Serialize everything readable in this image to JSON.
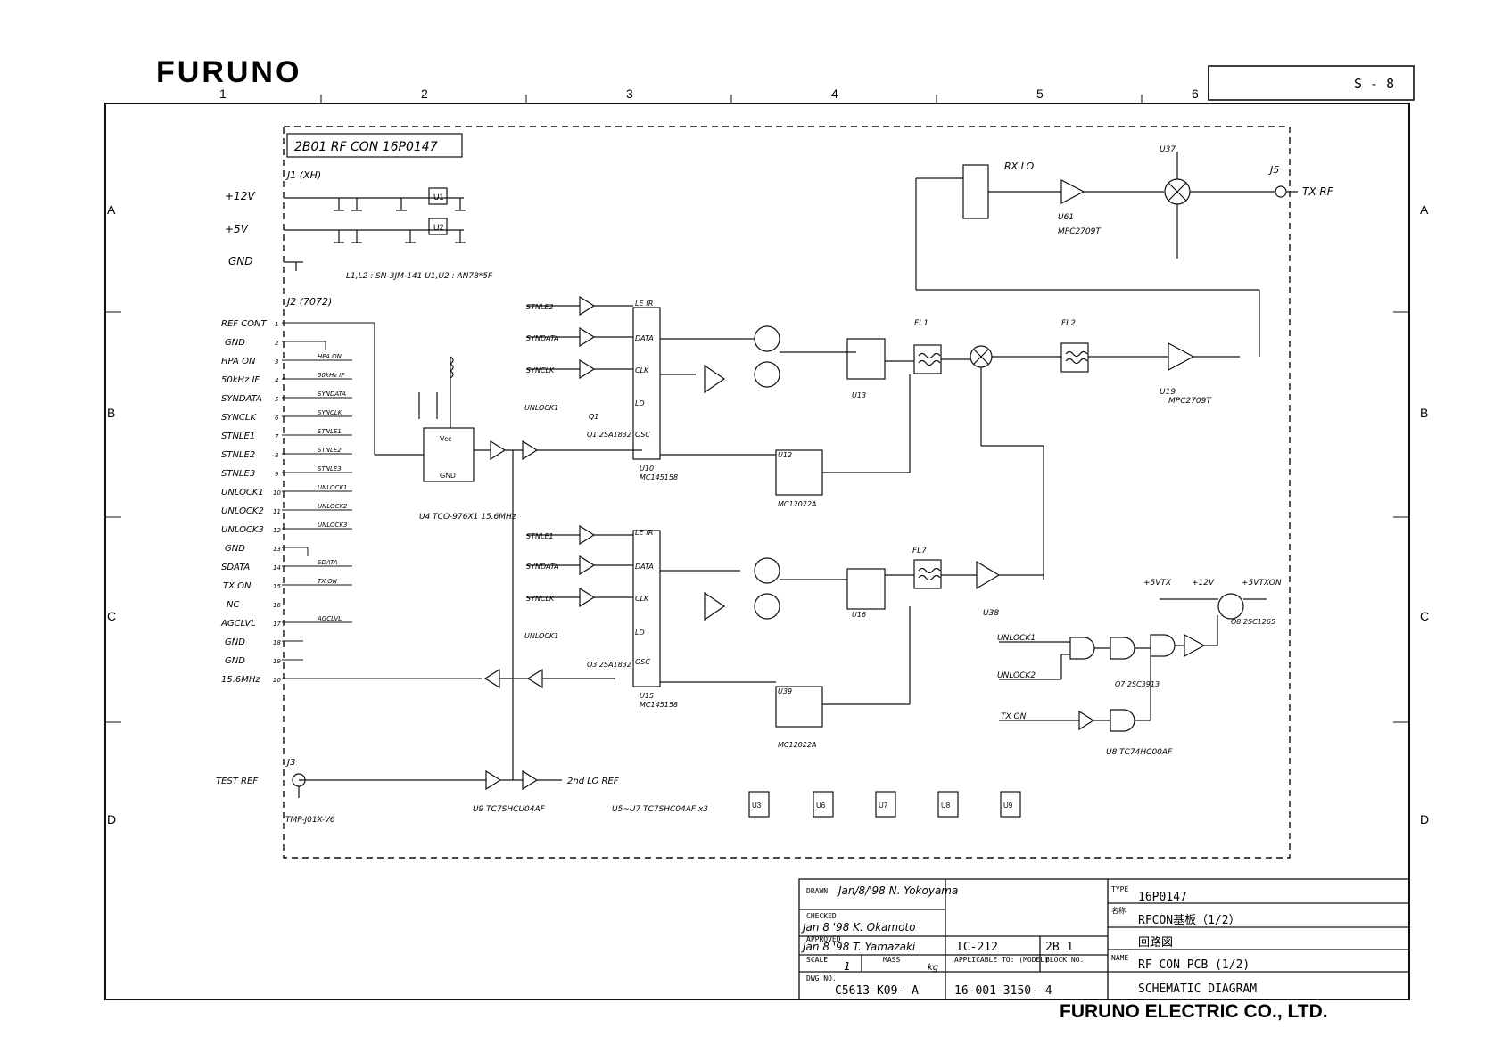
{
  "brand": {
    "logo": "FURUNO",
    "company": "FURUNO ELECTRIC CO., LTD."
  },
  "sheet": {
    "id": "S - 8"
  },
  "grid": {
    "columns": [
      "1",
      "2",
      "3",
      "4",
      "5",
      "6"
    ],
    "rows": [
      "A",
      "B",
      "C",
      "D"
    ]
  },
  "board": {
    "title": "2B01  RF CON  16P0147",
    "connectors": {
      "j1": "J1 (XH)",
      "j2": "J2 (7072)",
      "j3": "J3"
    },
    "power_pins": [
      "+12V",
      "+5V",
      "GND"
    ],
    "j2_pins": [
      "REF CONT",
      "GND",
      "HPA ON",
      "50kHz IF",
      "SYNDATA",
      "SYNCLK",
      "STNLE1",
      "STNLE2",
      "STNLE3",
      "UNLOCK1",
      "UNLOCK2",
      "UNLOCK3",
      "GND",
      "SDATA",
      "TX ON",
      "NC",
      "AGCLVL",
      "GND",
      "GND",
      "15.6MHz"
    ],
    "j2_pin_numbers": [
      "1",
      "2",
      "3",
      "4",
      "5",
      "6",
      "7",
      "8",
      "9",
      "10",
      "11",
      "12",
      "13",
      "14",
      "15",
      "16",
      "17",
      "18",
      "19",
      "20"
    ],
    "j2_net_labels": [
      "HPA ON",
      "50kHz IF",
      "SYNDATA",
      "SYNCLK",
      "STNLE1",
      "STNLE2",
      "STNLE3",
      "UNLOCK1",
      "UNLOCK2",
      "UNLOCK3",
      "SDATA",
      "TX ON",
      "AGCLVL"
    ],
    "reg_note": "L1,L2 : SN-3JM-141   U1,U2 : AN78*5F",
    "test_ref": "TEST REF",
    "test_ref_conn": "TMP-J01X-V6",
    "osc_label": "U4  TCO-976X1  15.6MHz",
    "second_lo": "2nd LO REF",
    "u9_note": "U9  TC7SHCU04AF",
    "u5_note": "U5~U7  TC7SHC04AF x3",
    "u8_note": "U8  TC74HC00AF",
    "rx_lo": "RX LO",
    "tx_rf": "TX RF",
    "j5": "J5",
    "unlock_inputs": [
      "UNLOCK1",
      "UNLOCK2",
      "TX ON"
    ],
    "supply_labels": [
      "+5VTX",
      "+12V",
      "+5VTXON"
    ],
    "filters": [
      "FL1",
      "FL2",
      "FL7"
    ],
    "ics": [
      "U10",
      "U15",
      "U12",
      "U39",
      "U13",
      "U16",
      "U37",
      "U61",
      "U19",
      "U38"
    ],
    "ic_parts": [
      "MC145158",
      "MC145158",
      "MC12022A",
      "MC12022A",
      "MPC2709T",
      "MPC2709T"
    ],
    "transistors": [
      "Q1 2SA1832",
      "Q3 2SA1832",
      "Q7 2SC3913",
      "Q8 2SC1265"
    ],
    "bypass_ics": [
      "U3",
      "U6",
      "U7",
      "U8",
      "U9"
    ]
  },
  "title_block": {
    "drawn_label": "DRAWN",
    "drawn_sig": "Jan/8/'98  N. Yokoyama",
    "checked_label": "CHECKED",
    "checked_sig": "Jan 8 '98  K. Okamoto",
    "approved_label": "APPROVED",
    "approved_sig": "Jan 8 '98  T. Yamazaki",
    "scale_label": "SCALE",
    "scale_value": "1",
    "mass_label": "MASS",
    "mass_unit": "kg",
    "applicable_label": "APPLICABLE TO: (MODEL)",
    "model": "IC-212",
    "block_label": "BLOCK NO.",
    "block_no": "2B 1",
    "type_label": "TYPE",
    "type_value": "16P0147",
    "name_jp_label": "名称",
    "name_jp": "RFCON基板（1/2）",
    "drawing_jp": "回路図",
    "name_label": "NAME",
    "name_en": "RF CON PCB (1/2)",
    "drawing_en": "SCHEMATIC DIAGRAM",
    "dwg_label": "DWG NO.",
    "dwg_no": "C5613-K09- A",
    "code": "16-001-3150- 4"
  }
}
